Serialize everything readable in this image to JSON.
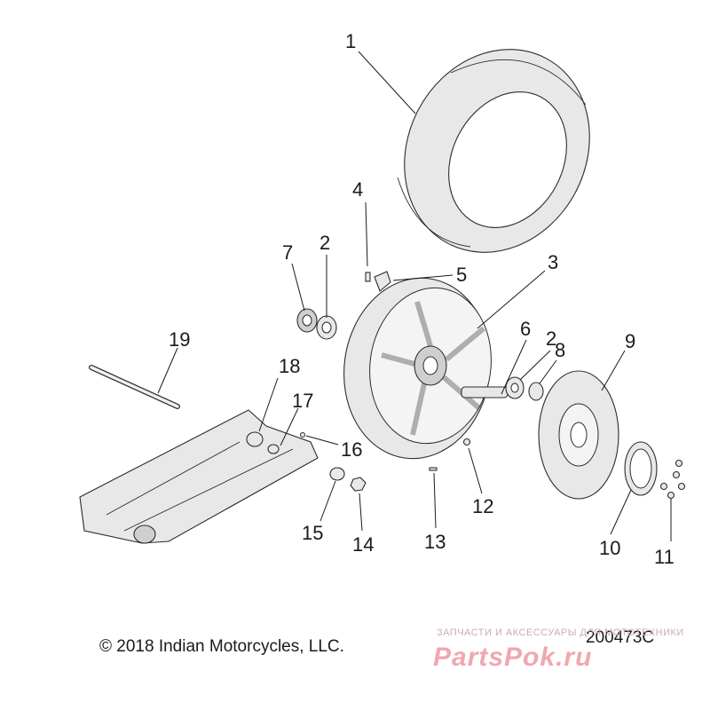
{
  "callouts": [
    {
      "label": "1"
    },
    {
      "label": "2"
    },
    {
      "label": "3"
    },
    {
      "label": "4"
    },
    {
      "label": "5"
    },
    {
      "label": "6"
    },
    {
      "label": "2"
    },
    {
      "label": "7"
    },
    {
      "label": "8"
    },
    {
      "label": "9"
    },
    {
      "label": "10"
    },
    {
      "label": "11"
    },
    {
      "label": "12"
    },
    {
      "label": "13"
    },
    {
      "label": "14"
    },
    {
      "label": "15"
    },
    {
      "label": "16"
    },
    {
      "label": "17"
    },
    {
      "label": "18"
    },
    {
      "label": "19"
    }
  ],
  "footer": {
    "copyright": "© 2018 Indian Motorcycles, LLC.",
    "figure_number": "200473C"
  },
  "watermark": {
    "tagline": "ЗАПЧАСТИ И АКСЕССУАРЫ ДЛЯ МОТОТЕХНИКИ",
    "brand": "PartsPok.ru"
  }
}
